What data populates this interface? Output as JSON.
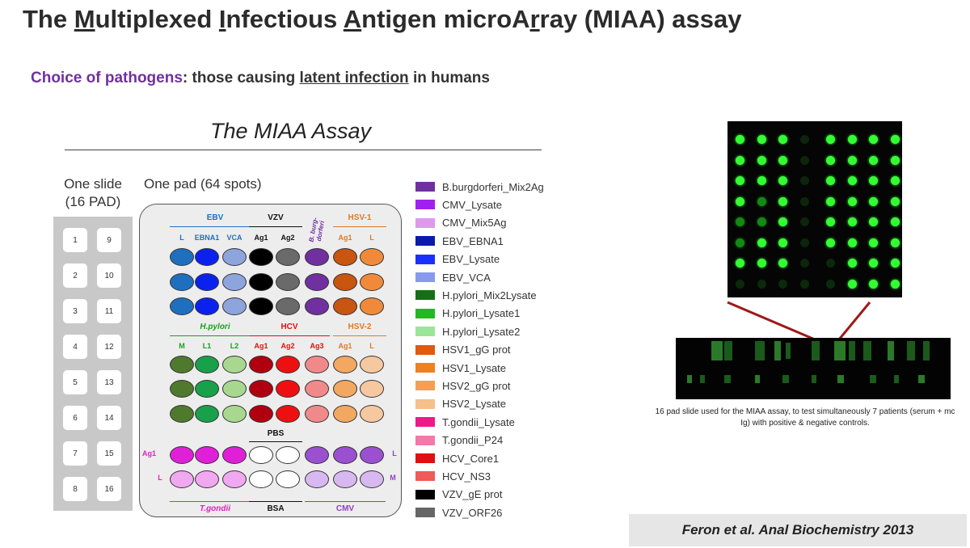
{
  "header": {
    "title_parts": [
      {
        "t": "The ",
        "u": false
      },
      {
        "t": "M",
        "u": true
      },
      {
        "t": "ultiplexed ",
        "u": false
      },
      {
        "t": "I",
        "u": true
      },
      {
        "t": "nfectious ",
        "u": false
      },
      {
        "t": "A",
        "u": true
      },
      {
        "t": "ntigen microA",
        "u": false
      },
      {
        "t": "r",
        "u": true
      },
      {
        "t": "ray (MIAA) assay",
        "u": false
      }
    ],
    "subtitle": {
      "lead": "Choice of pathogens",
      "mid": ": those causing ",
      "emph": "latent infection",
      "tail": " in humans"
    }
  },
  "assay": {
    "title": "The MIAA Assay",
    "slide_header": [
      "One slide",
      "(16 PAD)"
    ],
    "pad_header": "One pad (64 spots)",
    "slide_pads": [
      "1",
      "2",
      "3",
      "4",
      "5",
      "6",
      "7",
      "8",
      "9",
      "10",
      "11",
      "12",
      "13",
      "14",
      "15",
      "16"
    ],
    "groups": {
      "ebv": "EBV",
      "vzv": "VZV",
      "bburg": "B. burg-dorferi",
      "hsv1": "HSV-1",
      "hpylori": "H.pylori",
      "hcv": "HCV",
      "hsv2": "HSV-2",
      "pbs": "PBS",
      "tgondii": "T.gondii",
      "bsa": "BSA",
      "cmv": "CMV"
    },
    "columns_top": [
      "L",
      "EBNA1",
      "VCA",
      "Ag1",
      "Ag2",
      "",
      "Ag1",
      "L"
    ],
    "columns_mid": [
      "M",
      "L1",
      "L2",
      "Ag1",
      "Ag2",
      "Ag3",
      "Ag1",
      "L"
    ],
    "row_labels": {
      "left_ag1": "Ag1",
      "left_l": "L",
      "right_l": "L",
      "right_m": "M"
    }
  },
  "legend": [
    {
      "label": "B.burgdorferi_Mix2Ag",
      "color": "#7030a0"
    },
    {
      "label": "CMV_Lysate",
      "color": "#a020f0"
    },
    {
      "label": "CMV_Mix5Ag",
      "color": "#dd99ee"
    },
    {
      "label": "EBV_EBNA1",
      "color": "#0a1aaa"
    },
    {
      "label": "EBV_Lysate",
      "color": "#1a30ff"
    },
    {
      "label": "EBV_VCA",
      "color": "#8899ee"
    },
    {
      "label": "H.pylori_Mix2Lysate",
      "color": "#157015"
    },
    {
      "label": "H.pylori_Lysate1",
      "color": "#22b822"
    },
    {
      "label": "H.pylori_Lysate2",
      "color": "#99e699"
    },
    {
      "label": "HSV1_gG prot",
      "color": "#e05a10"
    },
    {
      "label": "HSV1_Lysate",
      "color": "#f08020"
    },
    {
      "label": "HSV2_gG prot",
      "color": "#f4a050"
    },
    {
      "label": "HSV2_Lysate",
      "color": "#f6c08a"
    },
    {
      "label": "T.gondii_Lysate",
      "color": "#ee1a88"
    },
    {
      "label": "T.gondii_P24",
      "color": "#f27aaa"
    },
    {
      "label": "HCV_Core1",
      "color": "#e01010"
    },
    {
      "label": "HCV_NS3",
      "color": "#f05a5a"
    },
    {
      "label": "VZV_gE prot",
      "color": "#000000"
    },
    {
      "label": "VZV_ORF26",
      "color": "#666666"
    }
  ],
  "array_image": {
    "caption": "16 pad slide used for the MIAA assay, to test simultaneously 7 patients (serum + mc Ig) with positive & negative controls."
  },
  "citation": "Feron et al. Anal Biochemistry 2013",
  "colors": {
    "title": "#2b2b2b",
    "accent_purple": "#7030a0",
    "spot_green": "#33ff33",
    "ebv_text": "#1f6fbf",
    "hpylori_text": "#1aa01a",
    "hcv_text": "#e01010",
    "hsv_text": "#e07a20",
    "tgondii_text": "#e020c0",
    "cmv_text": "#9040c0"
  }
}
